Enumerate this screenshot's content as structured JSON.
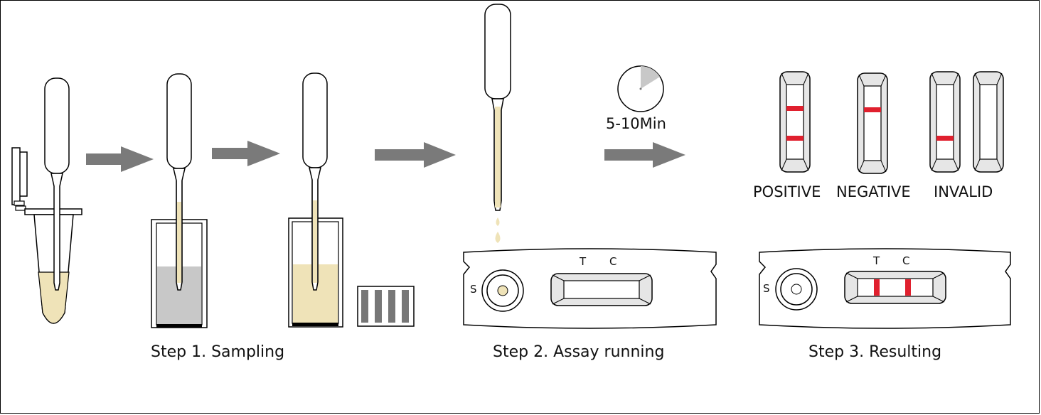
{
  "steps": [
    {
      "label": "Step 1. Sampling"
    },
    {
      "label": "Step 2. Assay running"
    },
    {
      "label": "Step 3. Resulting"
    }
  ],
  "timer": {
    "label": "5-10Min"
  },
  "results": [
    {
      "label": "POSITIVE"
    },
    {
      "label": "NEGATIVE"
    },
    {
      "label": "INVALID"
    }
  ],
  "cassette": {
    "t_label": "T",
    "c_label": "C",
    "s_label": "S"
  },
  "colors": {
    "liquid": "#efe3b8",
    "line_red": "#e0202e",
    "arrow": "#7a7a7a",
    "buffer_gray": "#c8c8c8",
    "strip_gray": "#e6e6e6"
  }
}
